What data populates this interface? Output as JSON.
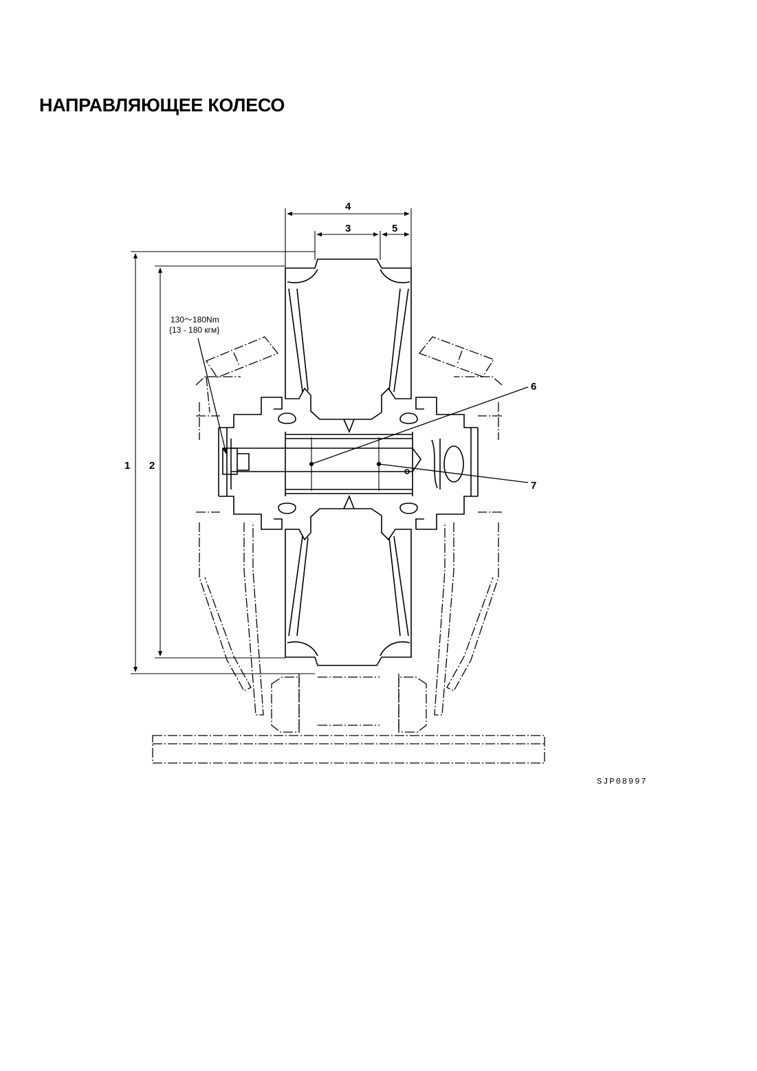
{
  "page": {
    "title": "НАПРАВЛЯЮЩЕЕ КОЛЕСО",
    "drawing_code": "SJP08997"
  },
  "diagram": {
    "callouts": [
      {
        "id": "1",
        "label": "1"
      },
      {
        "id": "2",
        "label": "2"
      },
      {
        "id": "3",
        "label": "3"
      },
      {
        "id": "4",
        "label": "4"
      },
      {
        "id": "5",
        "label": "5"
      },
      {
        "id": "6",
        "label": "6"
      },
      {
        "id": "7",
        "label": "7"
      }
    ],
    "torque": {
      "line1": "130～180Nm",
      "line2": "{13 - 180 кгм}"
    }
  }
}
